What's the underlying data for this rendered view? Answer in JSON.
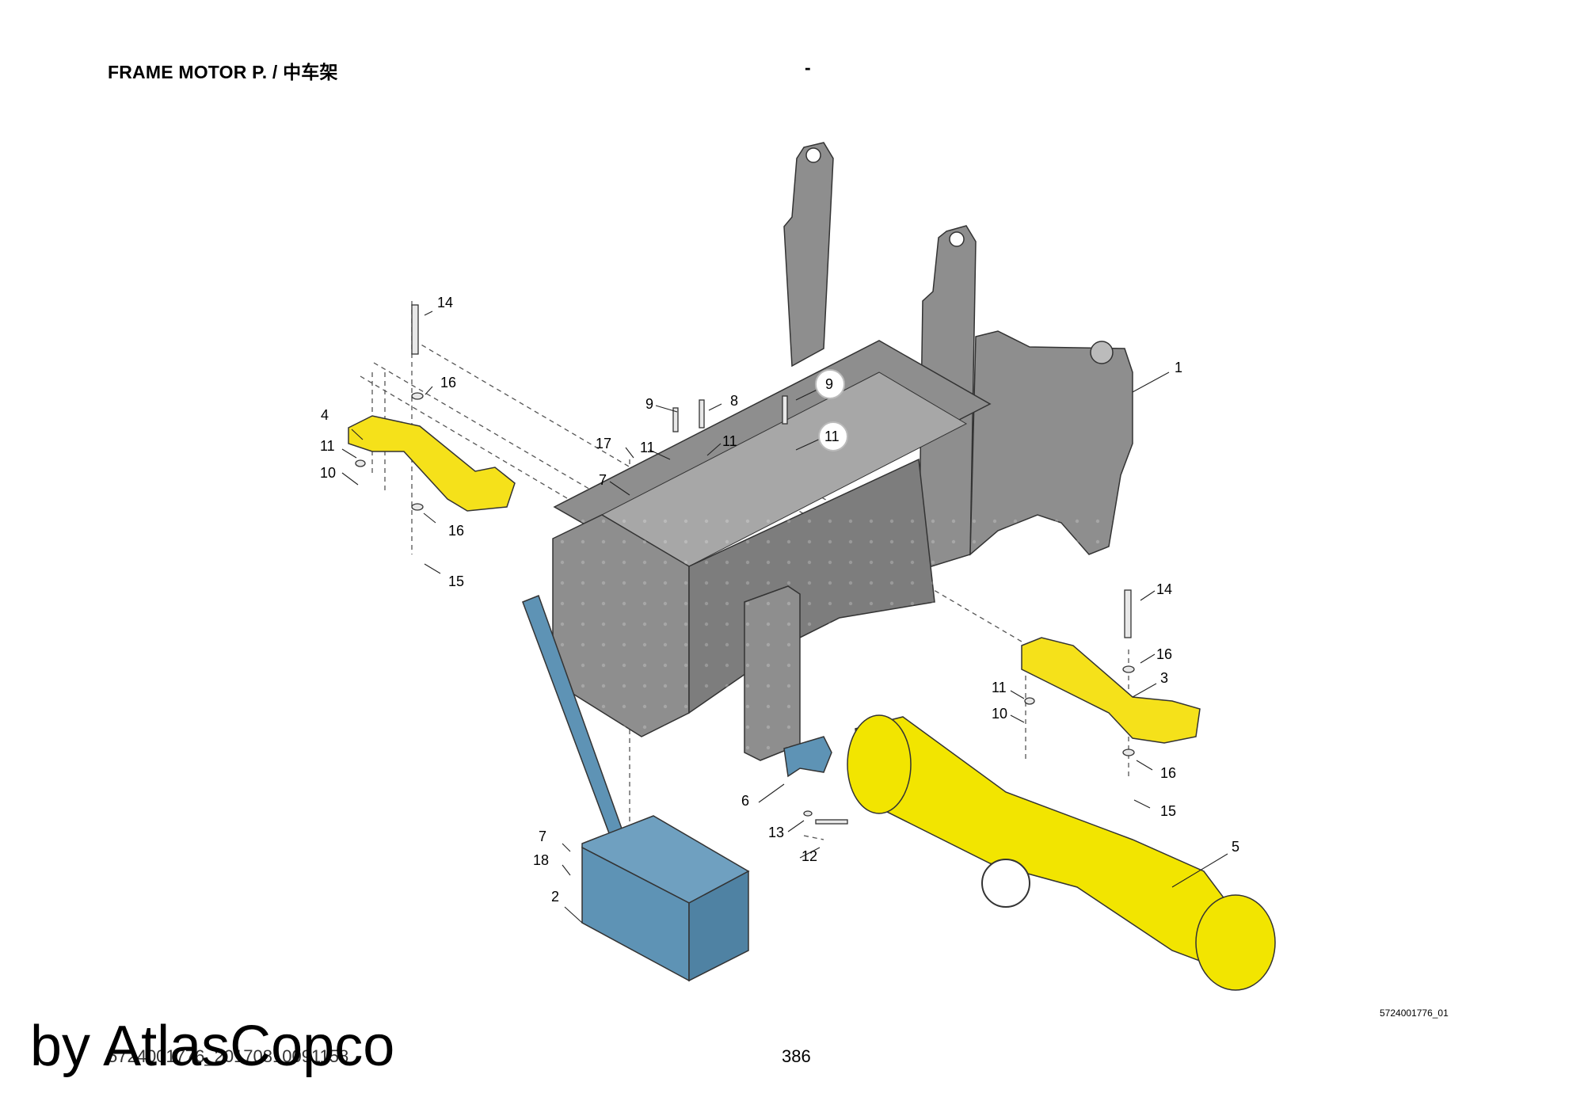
{
  "header": {
    "title": "FRAME MOTOR P. / 中车架",
    "dash": "-"
  },
  "footer": {
    "drawing_id": "5724001776_01",
    "doc_code": "5724001776_20170810091158",
    "page_number": "386",
    "watermark": "by AtlasCopco"
  },
  "callouts": {
    "c1": "1",
    "c2": "2",
    "c3": "3",
    "c4": "4",
    "c5": "5",
    "c6": "6",
    "c7a": "7",
    "c7b": "7",
    "c8": "8",
    "c9a": "9",
    "c9b": "9",
    "c10a": "10",
    "c10b": "10",
    "c11a": "11",
    "c11b": "11",
    "c11c": "11",
    "c11d": "11",
    "c11e": "11",
    "c12": "12",
    "c13": "13",
    "c14a": "14",
    "c14b": "14",
    "c15a": "15",
    "c15b": "15",
    "c16a": "16",
    "c16b": "16",
    "c16c": "16",
    "c16d": "16",
    "c17": "17",
    "c18": "18"
  },
  "colors": {
    "frame": "#8e8e8e",
    "frame_dark": "#6f6f6f",
    "bracket": "#f5e11a",
    "axle": "#f2e500",
    "tank": "#5e93b5"
  }
}
